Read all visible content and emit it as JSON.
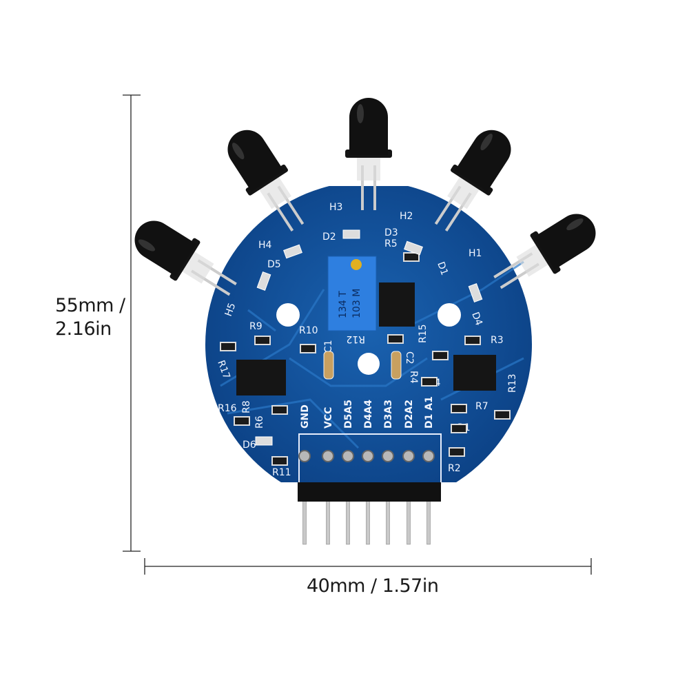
{
  "dimensions": {
    "height_line1": "55mm /",
    "height_line2": "2.16in",
    "width": "40mm / 1.57in"
  },
  "board": {
    "pcb_color": "#0f4f98",
    "sensor_color": "#111111",
    "header_pins": [
      "GND",
      "VCC",
      "D5A5",
      "D4A4",
      "D3A3",
      "D2A2",
      "D1 A1"
    ],
    "sensor_labels": [
      "H1",
      "H2",
      "H3",
      "H4",
      "H5"
    ],
    "led_labels": [
      "D1",
      "D2",
      "D3",
      "D4",
      "D5",
      "D6"
    ],
    "component_labels": [
      "R1",
      "R2",
      "R3",
      "R5",
      "R7",
      "R8",
      "R9",
      "R10",
      "R11",
      "R12",
      "R13",
      "R14",
      "R15",
      "R16",
      "R17",
      "R4",
      "R6",
      "C1",
      "C2"
    ],
    "potentiometer_text": [
      "134 T",
      "103 M"
    ]
  }
}
